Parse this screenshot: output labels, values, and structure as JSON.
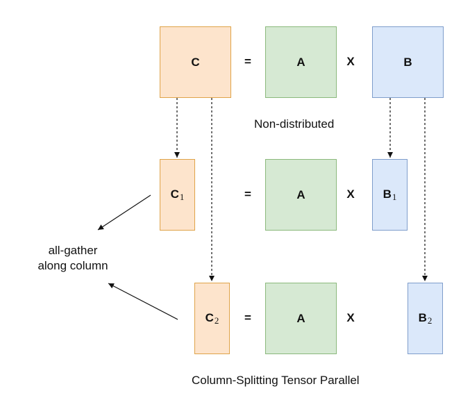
{
  "row1": {
    "c": "C",
    "eq": "=",
    "a": "A",
    "x": "X",
    "b": "B"
  },
  "caption_top": "Non-distributed",
  "row2": {
    "c_base": "C",
    "c_sub": "1",
    "eq": "=",
    "a": "A",
    "x": "X",
    "b_base": "B",
    "b_sub": "1"
  },
  "row3": {
    "c_base": "C",
    "c_sub": "2",
    "eq": "=",
    "a": "A",
    "x": "X",
    "b_base": "B",
    "b_sub": "2"
  },
  "side_label": {
    "line1": "all-gather",
    "line2": "along column"
  },
  "caption_bottom": "Column-Splitting Tensor Parallel",
  "colors": {
    "orange_fill": "#fde4cc",
    "orange_stroke": "#dfa348",
    "green_fill": "#d6e9d3",
    "green_stroke": "#8ab87b",
    "blue_fill": "#dbe8fa",
    "blue_stroke": "#7e9dcb"
  }
}
